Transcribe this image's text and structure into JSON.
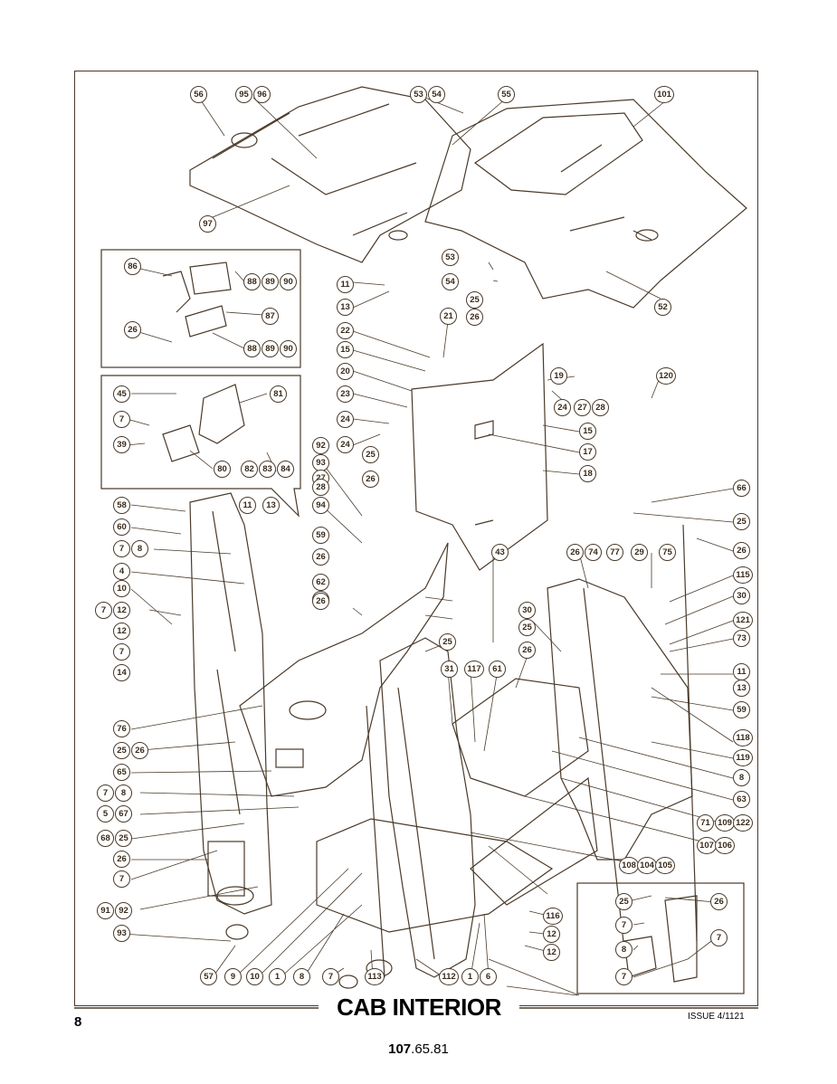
{
  "page": {
    "title": "CAB INTERIOR",
    "page_number": "8",
    "issue": "ISSUE 4/1121",
    "part_number_bold": "107",
    "part_number_rest": ".65.81"
  },
  "colors": {
    "line": "#4a3a2a",
    "paper": "#ffffff"
  },
  "callouts": [
    "56",
    "95",
    "96",
    "53",
    "54",
    "55",
    "101",
    "97",
    "53",
    "54",
    "52",
    "86",
    "88",
    "89",
    "90",
    "87",
    "26",
    "88",
    "89",
    "90",
    "11",
    "13",
    "21",
    "25",
    "26",
    "22",
    "15",
    "20",
    "23",
    "24",
    "24",
    "19",
    "24",
    "27",
    "28",
    "15",
    "17",
    "18",
    "120",
    "45",
    "81",
    "7",
    "39",
    "80",
    "82",
    "83",
    "84",
    "92",
    "93",
    "27",
    "28",
    "94",
    "25",
    "26",
    "58",
    "60",
    "7",
    "8",
    "4",
    "10",
    "7",
    "12",
    "12",
    "7",
    "14",
    "11",
    "13",
    "59",
    "26",
    "62",
    "25",
    "26",
    "66",
    "25",
    "26",
    "43",
    "26",
    "74",
    "77",
    "29",
    "75",
    "115",
    "30",
    "121",
    "73",
    "30",
    "25",
    "26",
    "25",
    "31",
    "117",
    "61",
    "11",
    "13",
    "59",
    "118",
    "119",
    "76",
    "25",
    "26",
    "65",
    "7",
    "8",
    "5",
    "67",
    "68",
    "25",
    "26",
    "7",
    "8",
    "63",
    "71",
    "109",
    "122",
    "107",
    "106",
    "108",
    "104",
    "105",
    "91",
    "92",
    "93",
    "25",
    "26",
    "116",
    "7",
    "12",
    "8",
    "12",
    "7",
    "7",
    "57",
    "9",
    "10",
    "1",
    "8",
    "7",
    "113",
    "112",
    "1",
    "6",
    "60",
    "25",
    "26"
  ]
}
